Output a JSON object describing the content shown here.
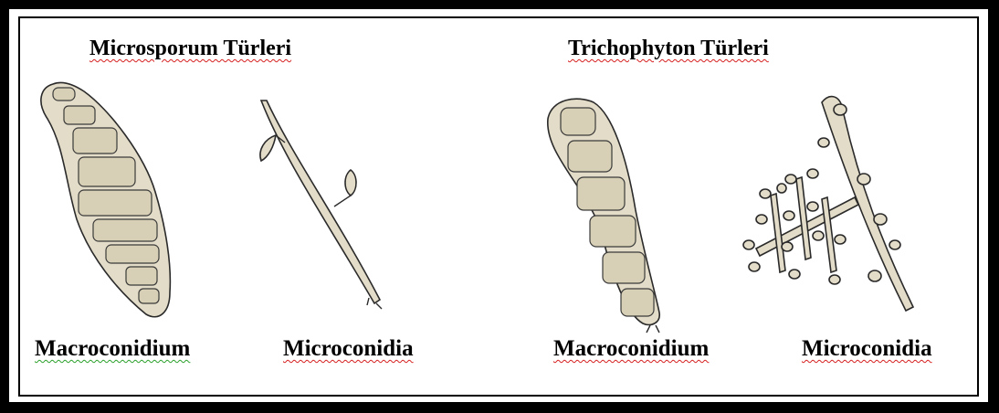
{
  "titles": {
    "left": "Microsporum Türleri",
    "right": "Trichophyton Türleri"
  },
  "captions": {
    "left_macro": "Macroconidium",
    "left_micro": "Microconidia",
    "right_macro": "Macroconidium",
    "right_micro": "Microconidia"
  },
  "colors": {
    "frame": "#000000",
    "fill": "#e3dcc8",
    "underline": "#d62020"
  }
}
